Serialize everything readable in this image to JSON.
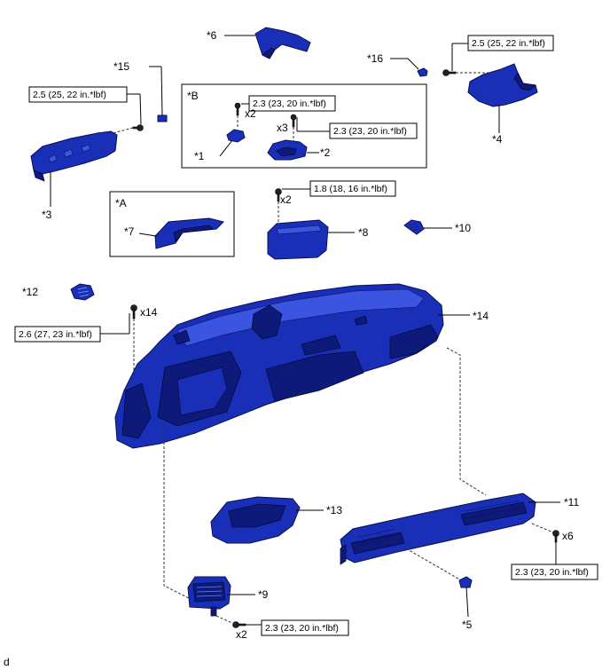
{
  "callouts": {
    "p1": "*1",
    "p2": "*2",
    "p3": "*3",
    "p4": "*4",
    "p5": "*5",
    "p6": "*6",
    "p7": "*7",
    "p8": "*8",
    "p9": "*9",
    "p10": "*10",
    "p11": "*11",
    "p12": "*12",
    "p13": "*13",
    "p14": "*14",
    "p15": "*15",
    "p16": "*16"
  },
  "groups": {
    "a": "*A",
    "b": "*B"
  },
  "torques": {
    "t_p3": "2.5 (25, 22 in.*lbf)",
    "t_p4": "2.5 (25, 22 in.*lbf)",
    "t_p1": "2.3 (23, 20 in.*lbf)",
    "t_p2": "2.3 (23, 20 in.*lbf)",
    "t_p8": "1.8 (18, 16 in.*lbf)",
    "t_p14": "2.6 (27, 23 in.*lbf)",
    "t_p11": "2.3 (23, 20 in.*lbf)",
    "t_p9": "2.3 (23, 20 in.*lbf)"
  },
  "quantities": {
    "q_p1": "x2",
    "q_p2": "x3",
    "q_p8": "x2",
    "q_p14": "x14",
    "q_p11": "x6",
    "q_p9": "x2"
  },
  "footer": {
    "code": "d"
  },
  "colors": {
    "part_fill": "#1a2fb8",
    "part_dark": "#0d1a7a",
    "part_light": "#3b55e0"
  }
}
